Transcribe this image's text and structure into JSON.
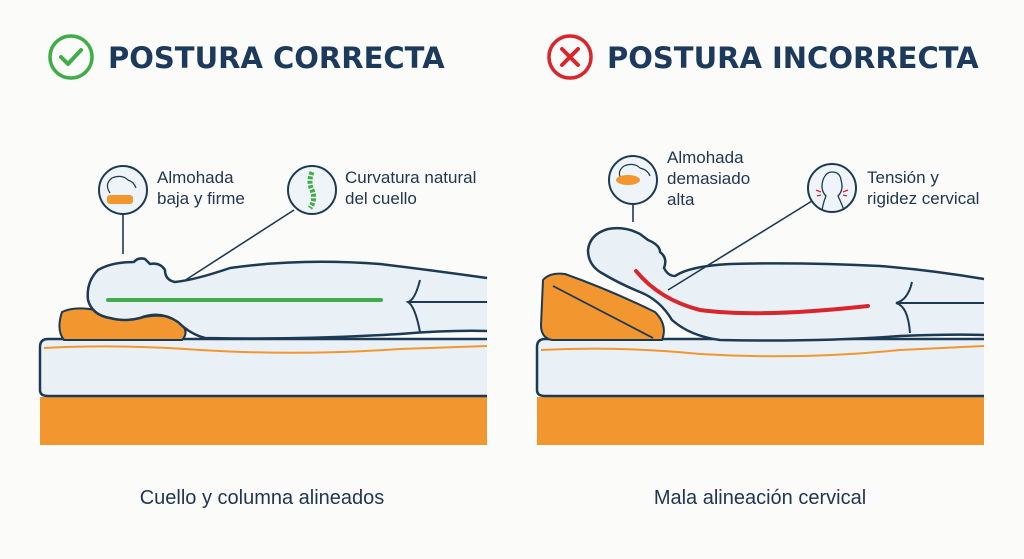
{
  "correct": {
    "title": "POSTURA CORRECTA",
    "icon": "check-circle-icon",
    "callouts": [
      {
        "line1": "Almohada",
        "line2": "baja y firme"
      },
      {
        "line1": "Curvatura natural",
        "line2": "del cuello"
      }
    ],
    "caption": "Cuello y columna alineados",
    "spine_color": "#3fae49"
  },
  "incorrect": {
    "title": "POSTURA INCORRECTA",
    "icon": "x-circle-icon",
    "callouts": [
      {
        "line1": "Almohada",
        "line2": "demasiado",
        "line3": "alta"
      },
      {
        "line1": "Tensión y",
        "line2": "rigidez cervical"
      }
    ],
    "caption": "Mala alineación cervical",
    "spine_color": "#d9262c"
  },
  "colors": {
    "navy": "#1c3a5b",
    "orange": "#f2962f",
    "green": "#3fae49",
    "red": "#d9262c"
  }
}
